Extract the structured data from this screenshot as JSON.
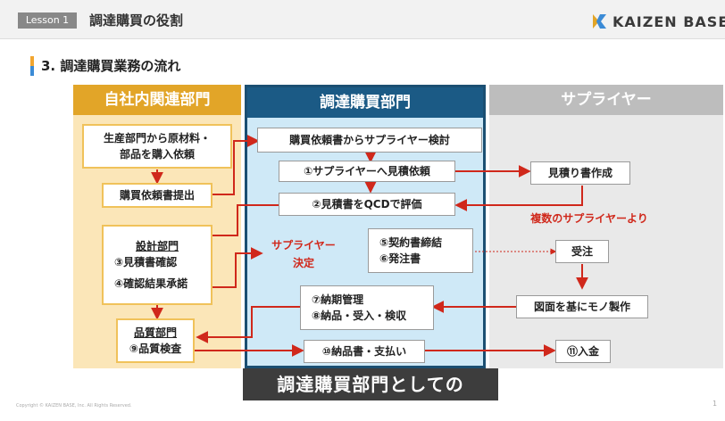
{
  "header": {
    "lesson_badge": "Lesson 1",
    "lesson_title": "調達購買の役割",
    "brand": "KAIZEN BASE",
    "brand_color": "#e2a528"
  },
  "section_title": "3. 調達購買業務の流れ",
  "columns": {
    "left_header": "自社内関連部門",
    "mid_header": "調達購買部門",
    "right_header": "サプライヤー"
  },
  "left": {
    "box1_line1": "生産部門から原材料・",
    "box1_line2": "部品を購入依頼",
    "box2": "購買依頼書提出",
    "box3_line1": "設計部門",
    "box3_line2": "③見積書確認",
    "box3_line3": "④確認結果承諾",
    "box4_line1": "品質部門",
    "box4_line2": "⑨品質検査"
  },
  "mid": {
    "box1": "購買依頼書からサプライヤー検討",
    "box2": "①サプライヤーへ見積依頼",
    "box3": "②見積書をQCDで評価",
    "decision_line1": "サプライヤー",
    "decision_line2": "決定",
    "box4_line1": "⑤契約書締結",
    "box4_line2": "⑥発注書",
    "box5_line1": "⑦納期管理",
    "box5_line2": "⑧納品・受入・検収",
    "box6": "⑩納品書・支払い"
  },
  "right": {
    "box1": "見積り書作成",
    "note": "複数のサプライヤーより",
    "box2": "受注",
    "box3": "図面を基にモノ製作",
    "box4": "⑪入金"
  },
  "caption": "調達購買部門としての",
  "footer": {
    "copyright": "Copyright © KAIZEN BASE, Inc. All Rights Reserved.",
    "page": "1"
  },
  "colors": {
    "arrow": "#d0281b",
    "left_header": "#e2a528",
    "mid_header": "#1b5a85",
    "right_header": "#bdbdbd"
  }
}
